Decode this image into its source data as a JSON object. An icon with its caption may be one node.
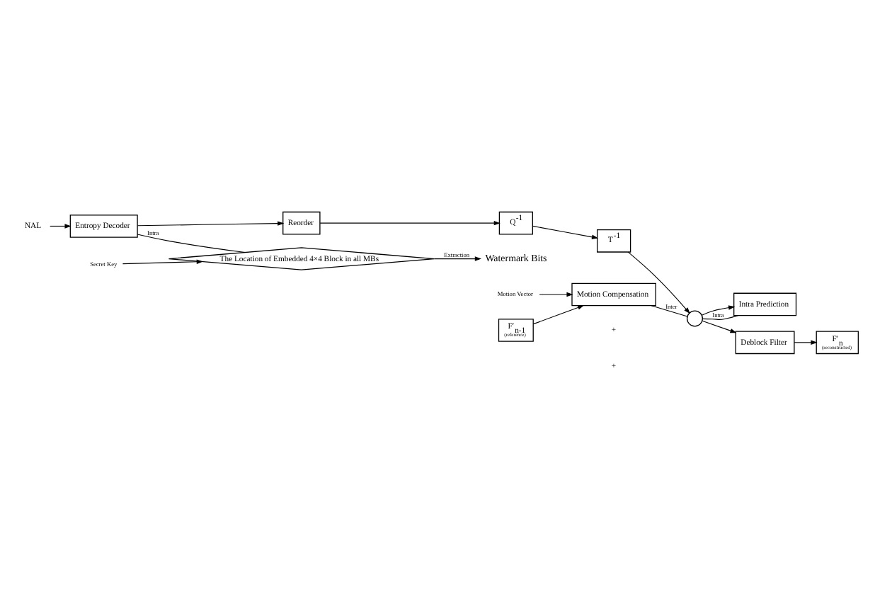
{
  "diagram": {
    "nodes": [
      {
        "text": [
          "NAL"
        ]
      },
      {
        "text": [
          "Entropy Decoder"
        ]
      },
      {
        "text": [
          "Motion Vector"
        ]
      },
      {
        "text": [
          "Motion Compensation"
        ]
      },
      {
        "text": [
          "F′$_{n-1}$",
          "(reference)"
        ]
      },
      {
        "text": [
          "Intra Prediction"
        ]
      },
      {
        "text": [
          "Reorder"
        ]
      },
      {
        "text": [
          "Q$^{-1}$"
        ]
      },
      {
        "text": [
          "T$^{-1}$"
        ]
      },
      {
        "text": [],
        "shape": "circle"
      },
      {
        "text": [
          "Deblock Filter"
        ]
      },
      {
        "text": [
          "F′$_{n}$",
          "(reconstructed)"
        ]
      },
      {
        "text": [
          "The Location of Embedded 4×4 Block in all MBs"
        ]
      },
      {
        "text": [
          "Watermark Bits"
        ]
      },
      {
        "text": [
          "Secret Key"
        ]
      }
    ],
    "edges": [
      {
        "from": 0,
        "to": 1,
        "arrow": "to"
      },
      {
        "from": 2,
        "to": 3,
        "arrow": "to"
      },
      {
        "from": 4,
        "to": 3,
        "arrow": "to"
      },
      {
        "from": 1,
        "to": 6,
        "arrow": "to"
      },
      {
        "from": 6,
        "to": 7,
        "arrow": "to"
      },
      {
        "from": 7,
        "to": 8,
        "arrow": "to"
      },
      {
        "from": 8,
        "to": 9,
        "arrow": "to"
      },
      {
        "from": 9,
        "to": 10,
        "arrow": "to"
      },
      {
        "from": 10,
        "to": 11,
        "arrow": "to"
      },
      {
        "from": 9,
        "to": 5,
        "arrow": "to"
      },
      {
        "from": 3,
        "to": 9,
        "arrow": "none",
        "label": "Inter"
      },
      {
        "from": 5,
        "to": 9,
        "arrow": "none",
        "label": "Intra"
      },
      {
        "from": 1,
        "to": 12,
        "arrow": "none",
        "label": "Intra"
      },
      {
        "from": 12,
        "to": 13,
        "arrow": "to",
        "label": "Extraction"
      },
      {
        "from": 14,
        "to": 12,
        "arrow": "to"
      }
    ],
    "labels": [
      "+",
      "+"
    ]
  }
}
